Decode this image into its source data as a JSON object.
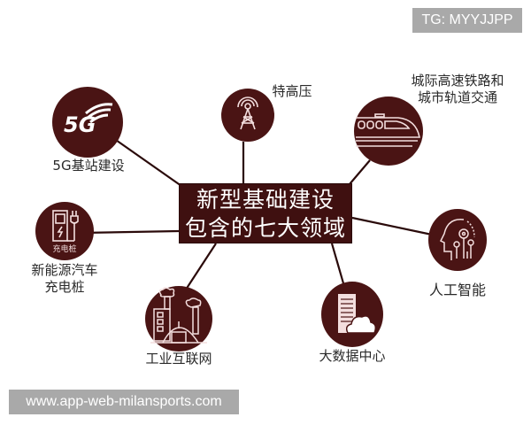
{
  "watermark_top": "TG: MYYJJPP",
  "watermark_bottom": "www.app-web-milansports.com",
  "colors": {
    "node": "#4a1414",
    "center_box": "#3f1010",
    "line": "#2a0a0a",
    "text": "#2a2a2a",
    "watermark_bg": "#a9a9a9"
  },
  "center": {
    "line1": "新型基础建设",
    "line2": "包含的七大领域"
  },
  "nodes": [
    {
      "id": "5g",
      "label": "5G基站建设",
      "icon": "5g-signal-icon",
      "icon_text": "5G"
    },
    {
      "id": "uhv",
      "label": "特高压",
      "icon": "transmission-tower-icon"
    },
    {
      "id": "rail",
      "label_line1": "城际高速铁路和",
      "label_line2": "城市轨道交通",
      "icon": "high-speed-train-icon"
    },
    {
      "id": "ev",
      "label_line1": "新能源汽车",
      "label_line2": "充电桩",
      "icon": "charging-station-icon",
      "icon_text": "充电桩"
    },
    {
      "id": "ai",
      "label": "人工智能",
      "icon": "ai-head-circuit-icon"
    },
    {
      "id": "iiot",
      "label": "工业互联网",
      "icon": "factory-icon"
    },
    {
      "id": "dc",
      "label": "大数据中心",
      "icon": "server-cloud-icon"
    }
  ]
}
